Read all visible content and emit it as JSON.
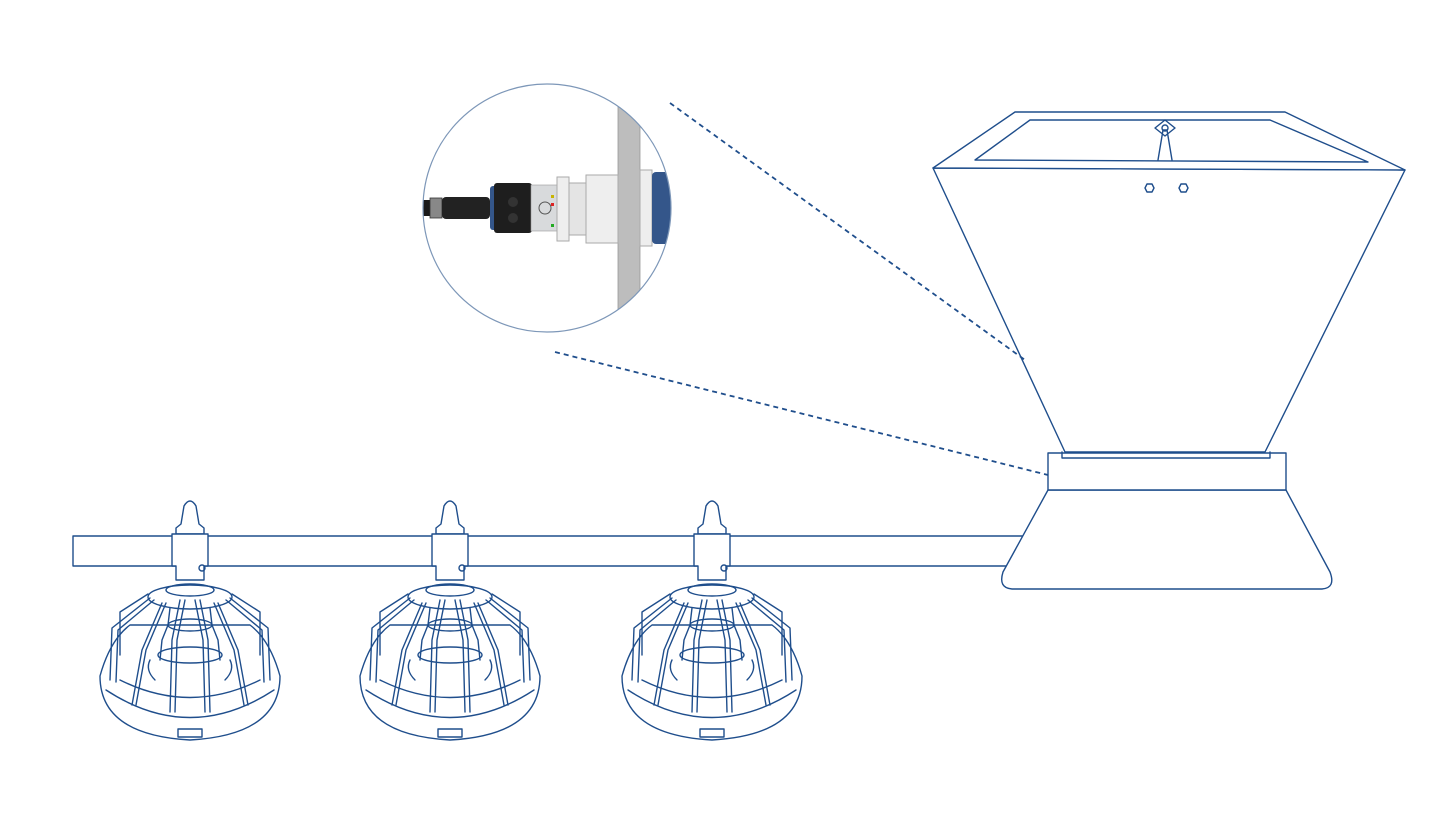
{
  "colors": {
    "line": "#1f4e8c",
    "dash": "#1f4e8c",
    "wall": "#bdbdbd",
    "sensor_blue": "#34568a",
    "connector": "#1e1e1e",
    "circle_border": "#7d97b8"
  },
  "components": {
    "feeders": [
      {
        "icon": "pan-feeder"
      },
      {
        "icon": "pan-feeder"
      },
      {
        "icon": "pan-feeder"
      }
    ],
    "hopper": {
      "icon": "feed-hopper"
    },
    "sensor_callout": {
      "icon": "capacitive-level-sensor"
    }
  }
}
